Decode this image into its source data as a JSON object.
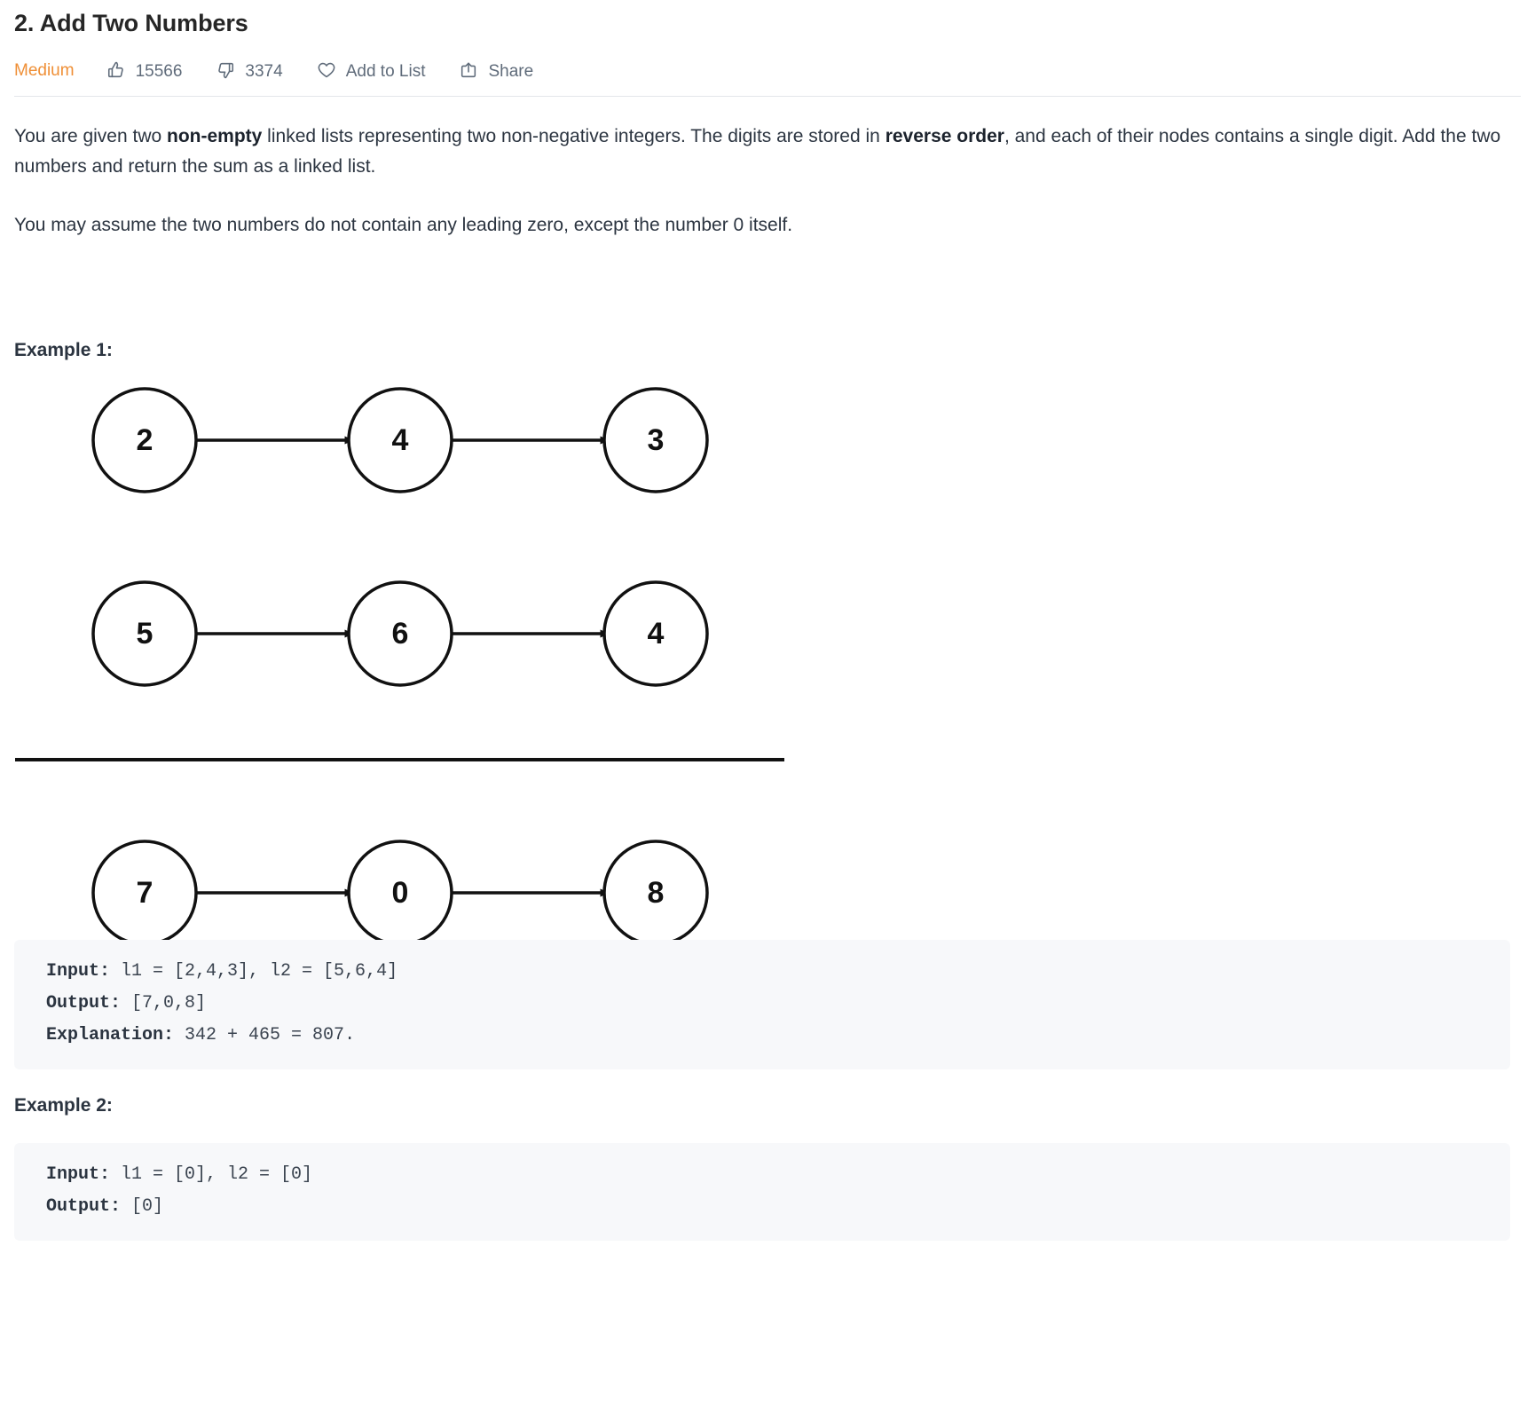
{
  "problem": {
    "title": "2. Add Two Numbers",
    "difficulty": "Medium",
    "likes": "15566",
    "dislikes": "3374",
    "add_to_list": "Add to List",
    "share": "Share",
    "icons": {
      "like": "thumbs-up-icon",
      "dislike": "thumbs-down-icon",
      "favorite": "heart-icon",
      "share": "share-icon"
    },
    "accent_color": "#ef8f36",
    "description": {
      "p1_a": "You are given two ",
      "p1_b": "non-empty",
      "p1_c": " linked lists representing two non-negative integers. The digits are stored in ",
      "p1_d": "reverse order",
      "p1_e": ", and each of their nodes contains a single digit. Add the two numbers and return the sum as a linked list.",
      "p2": "You may assume the two numbers do not contain any leading zero, except the number 0 itself."
    }
  },
  "examples": [
    {
      "heading": "Example 1:",
      "diagram": {
        "list1": [
          "2",
          "4",
          "3"
        ],
        "list2": [
          "5",
          "6",
          "4"
        ],
        "result": [
          "7",
          "0",
          "8"
        ]
      },
      "lines": [
        {
          "key": "Input:",
          "value": " l1 = [2,4,3], l2 = [5,6,4]"
        },
        {
          "key": "Output:",
          "value": " [7,0,8]"
        },
        {
          "key": "Explanation:",
          "value": " 342 + 465 = 807."
        }
      ]
    },
    {
      "heading": "Example 2:",
      "lines": [
        {
          "key": "Input:",
          "value": " l1 = [0], l2 = [0]"
        },
        {
          "key": "Output:",
          "value": " [0]"
        }
      ]
    }
  ]
}
